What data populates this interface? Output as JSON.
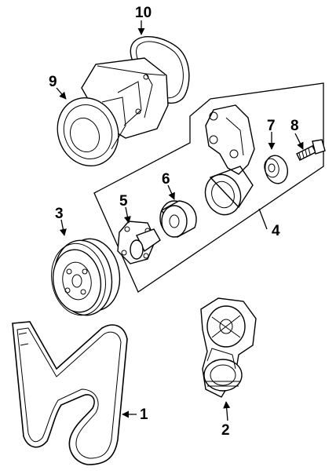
{
  "callouts": [
    {
      "id": "belt",
      "label": "1"
    },
    {
      "id": "tensioner",
      "label": "2"
    },
    {
      "id": "crank-pulley",
      "label": "3"
    },
    {
      "id": "idler-bracket",
      "label": "4"
    },
    {
      "id": "hub",
      "label": "5"
    },
    {
      "id": "idler-roller",
      "label": "6"
    },
    {
      "id": "small-pulley",
      "label": "7"
    },
    {
      "id": "bolt",
      "label": "8"
    },
    {
      "id": "water-pump",
      "label": "9"
    },
    {
      "id": "gasket",
      "label": "10"
    }
  ],
  "colors": {
    "line": "#000000",
    "background": "#ffffff"
  }
}
